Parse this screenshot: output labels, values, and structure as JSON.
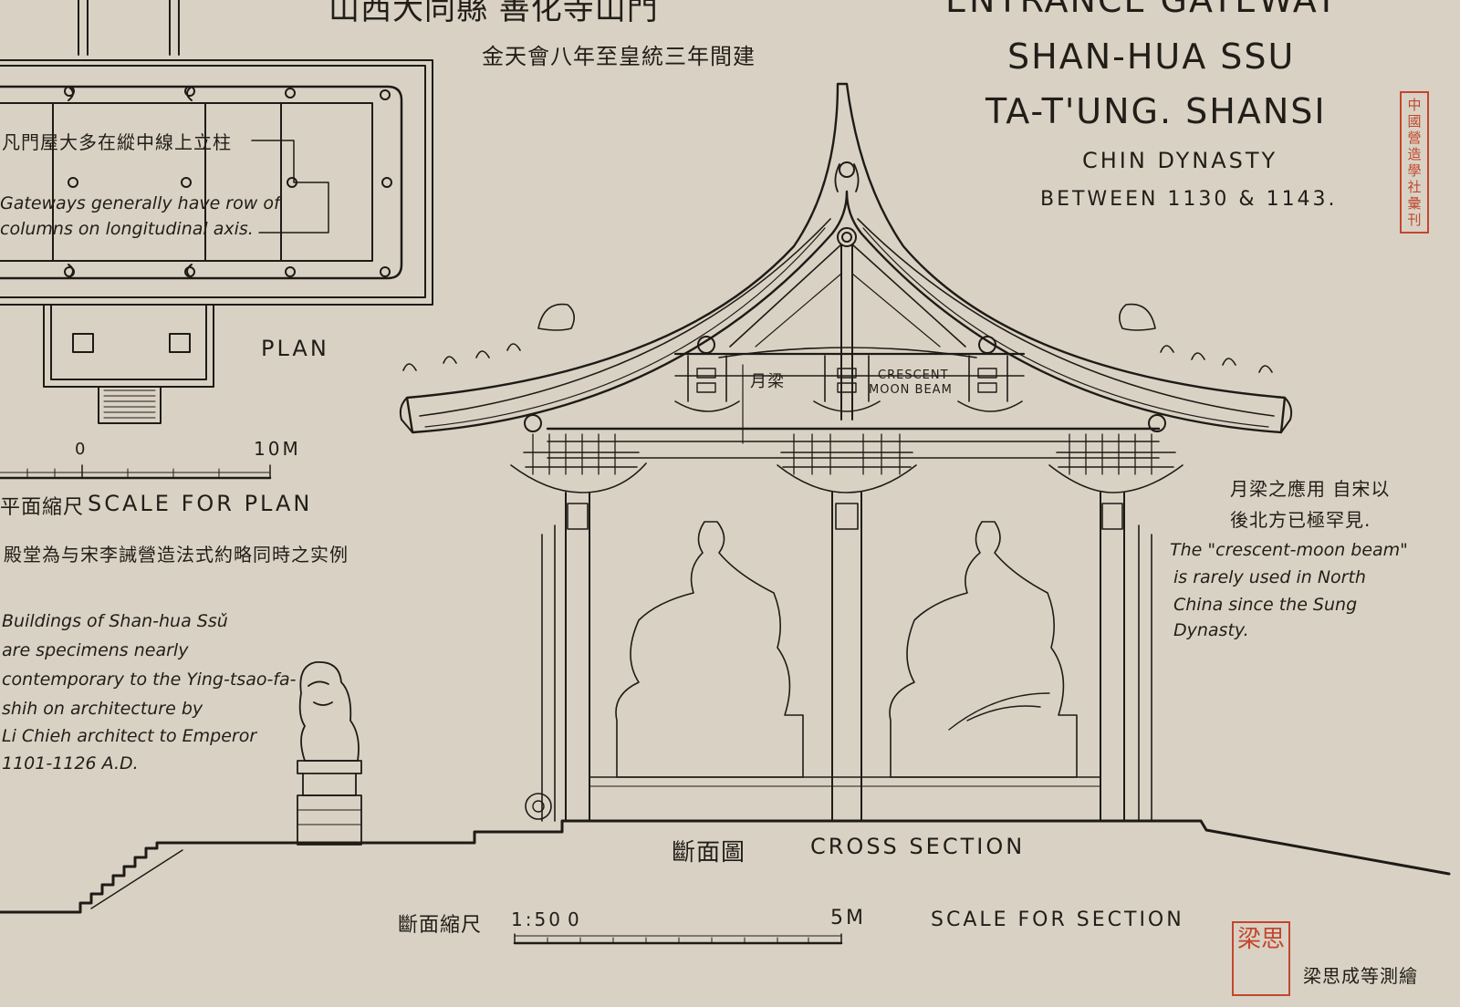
{
  "title": {
    "cn_main": "山西大同縣 善化寺山門",
    "cn_date": "金天會八年至皇統三年間建",
    "en_entrance": "ENTRANCE GATEWAY",
    "en_temple": "SHAN-HUA SSU",
    "en_place": "TA-T'UNG. SHANSI",
    "en_dynasty": "CHIN DYNASTY",
    "en_dates": "BETWEEN 1130 & 1143."
  },
  "seal_top": "中國營造學社彙刊",
  "plan": {
    "note_cn": "凡門屋大多在縱中線上立柱",
    "note_en_1": "Gateways generally have row of",
    "note_en_2": "columns on longitudinal axis.",
    "label": "PLAN",
    "scale_zero": "0",
    "scale_end": "10M",
    "scale_label_cn": "平面縮尺",
    "scale_label_en": "SCALE FOR PLAN"
  },
  "left_notes": {
    "cn": "殿堂為与宋李誡營造法式約略同時之实例",
    "en_1": "Buildings of Shan-hua Ssǔ",
    "en_2": "are specimens nearly",
    "en_3": "contemporary to the Ying-tsao-fa-",
    "en_4": "shih on architecture by",
    "en_5": "Li Chieh architect to Emperor",
    "en_6": "1101-1126 A.D."
  },
  "beam": {
    "cn": "月梁",
    "en_1": "CRESCENT",
    "en_2": "MOON BEAM"
  },
  "right_notes": {
    "cn_1": "月梁之應用 自宋以",
    "cn_2": "後北方已極罕見.",
    "en_1": "The \"crescent-moon beam\"",
    "en_2": "is rarely used in North",
    "en_3": "China since the Sung",
    "en_4": "Dynasty."
  },
  "section": {
    "label_cn": "斷面圖",
    "label_en": "CROSS SECTION",
    "scale_label_cn": "斷面縮尺",
    "scale_ratio": "1:50",
    "scale_zero": "0",
    "scale_end": "5M",
    "scale_label_en": "SCALE FOR SECTION"
  },
  "seal_bottom": "梁思",
  "signature": "梁思成等測繪",
  "colors": {
    "paper": "#d9d2c4",
    "ink": "#1e1b17",
    "seal": "#c2462e"
  }
}
